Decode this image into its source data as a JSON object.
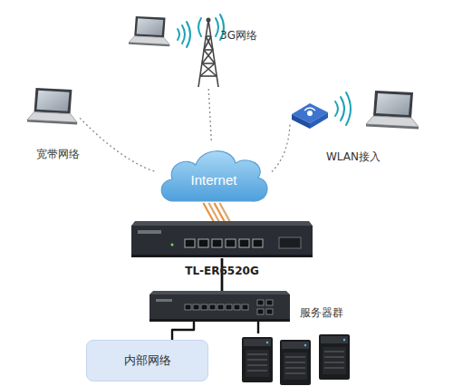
{
  "diagram": {
    "nodes": [
      {
        "text": [
          "3G网络"
        ]
      },
      {
        "text": [
          "宽带网络"
        ]
      },
      {
        "text": [
          "WLAN接入"
        ]
      },
      {
        "text": [
          "Internet"
        ]
      },
      {
        "text": [
          "TL-ER6520G"
        ]
      },
      {
        "text": [
          "内部网络"
        ]
      },
      {
        "text": [
          "服务器群"
        ]
      }
    ],
    "edges": [
      {
        "from": 0,
        "to": 3,
        "arrow": "none"
      },
      {
        "from": 1,
        "to": 3,
        "arrow": "none"
      },
      {
        "from": 2,
        "to": 3,
        "arrow": "none"
      },
      {
        "from": 3,
        "to": 4,
        "arrow": "none"
      },
      {
        "from": 4,
        "to": 5,
        "arrow": "none"
      },
      {
        "from": 4,
        "to": 6,
        "arrow": "none"
      }
    ]
  }
}
